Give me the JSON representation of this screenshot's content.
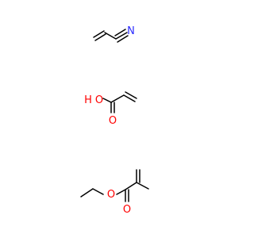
{
  "molecules": [
    {
      "name": "acrylonitrile",
      "atoms": [
        {
          "id": "n1",
          "symbol": "N",
          "color": "#2b2bff"
        }
      ]
    },
    {
      "name": "acrylic-acid",
      "atoms": [
        {
          "id": "o1",
          "symbol": "O",
          "color": "#ff0000"
        },
        {
          "id": "h1",
          "symbol": "H",
          "color": "#ff0000"
        },
        {
          "id": "o2",
          "symbol": "O",
          "color": "#ff0000"
        }
      ]
    },
    {
      "name": "ethyl-methacrylate",
      "atoms": [
        {
          "id": "o3",
          "symbol": "O",
          "color": "#ff0000"
        },
        {
          "id": "o4",
          "symbol": "O",
          "color": "#ff0000"
        }
      ]
    }
  ]
}
